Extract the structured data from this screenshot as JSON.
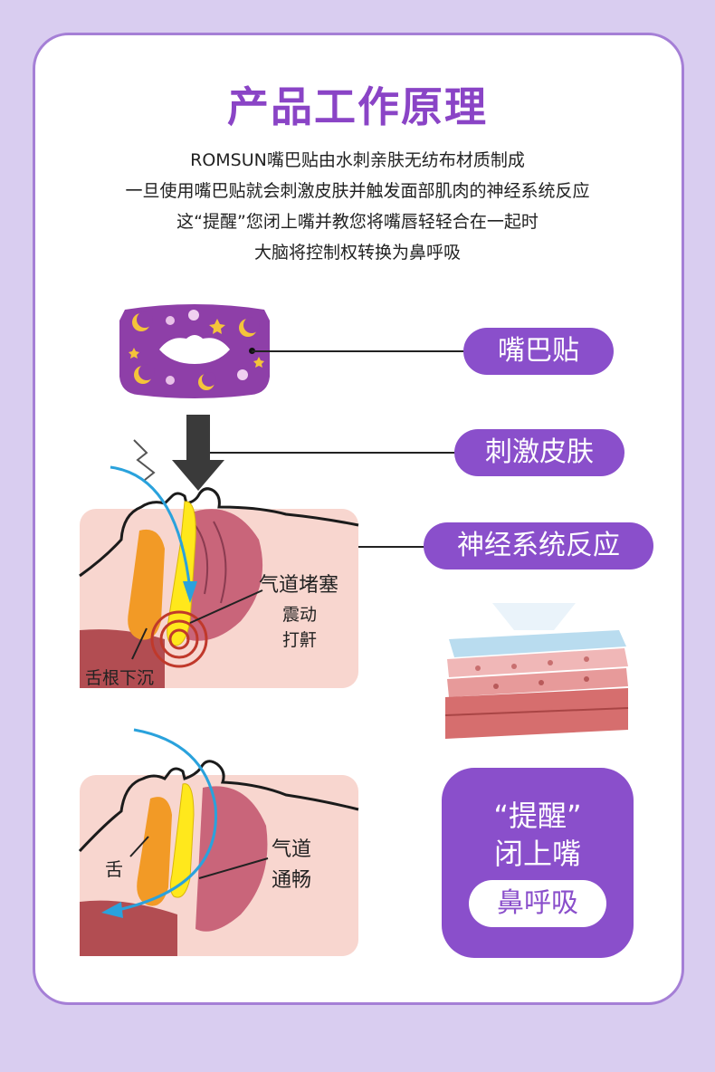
{
  "title": "产品工作原理",
  "description": [
    "ROMSUN嘴巴贴由水刺亲肤无纺布材质制成",
    "一旦使用嘴巴贴就会刺激皮肤并触发面部肌肉的神经系统反应",
    "这“提醒”您闭上嘴并教您将嘴唇轻轻合在一起时",
    "大脑将控制权转换为鼻呼吸"
  ],
  "labels": {
    "patch": "嘴巴贴",
    "stimulate": "刺激皮肤",
    "nerve": "神经系统反应"
  },
  "diagram_blocked": {
    "airway": "气道堵塞",
    "vibrate": "震动",
    "snore": "打鼾",
    "tongue": "舌根下沉"
  },
  "diagram_open": {
    "tongue": "舌",
    "airway_line1": "气道",
    "airway_line2": "通畅"
  },
  "remind_box": {
    "line1": "“提醒”",
    "line2": "闭上嘴",
    "button": "鼻呼吸"
  },
  "colors": {
    "accent": "#8a4fcb",
    "title": "#8a44c6",
    "background": "#d9cdf0"
  }
}
